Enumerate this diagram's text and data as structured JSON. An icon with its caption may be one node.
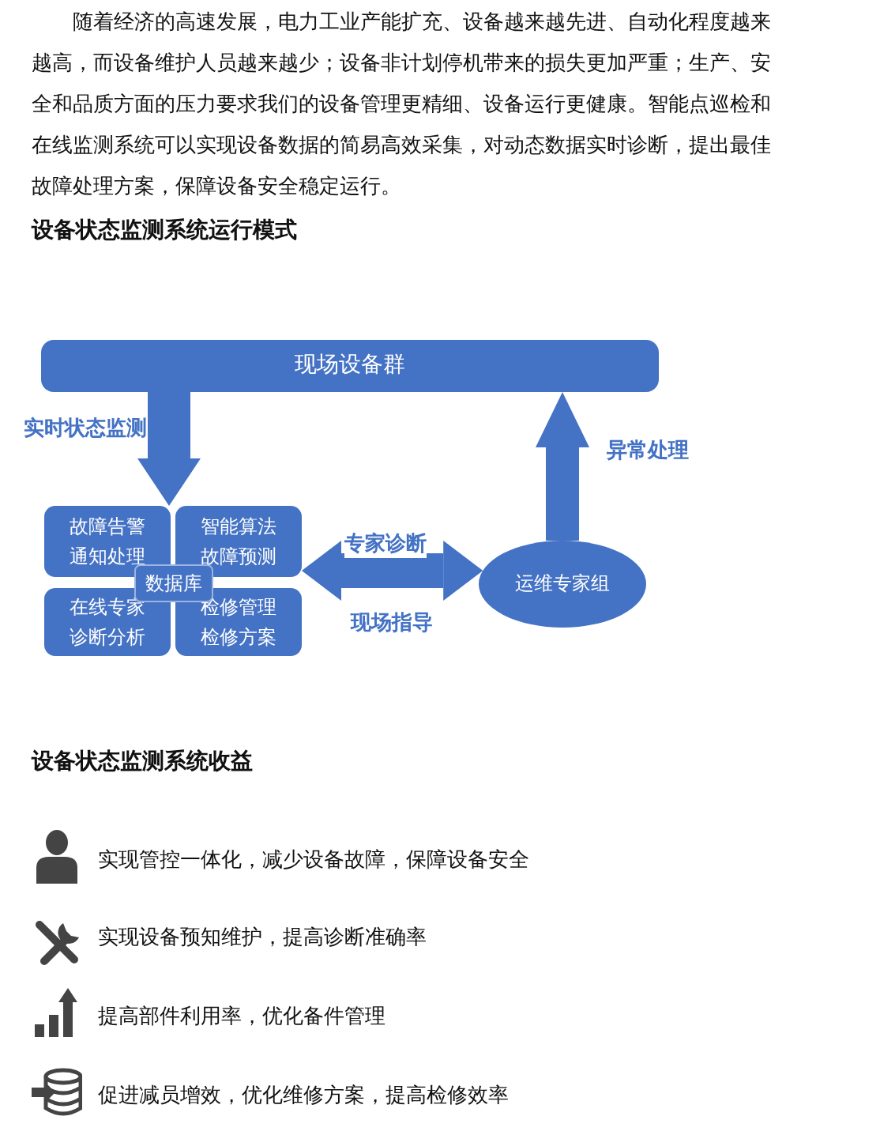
{
  "diagram": {
    "nodes": [
      {
        "text": [
          "现场设备群"
        ]
      },
      {
        "text": [
          "故障告警通知处理"
        ]
      },
      {
        "text": [
          "智能算法故障预测"
        ]
      },
      {
        "text": [
          "数据库"
        ]
      },
      {
        "text": [
          "在线专家诊断分析"
        ]
      },
      {
        "text": [
          "检修管理检修方案"
        ]
      },
      {
        "text": [
          "运维专家组"
        ]
      }
    ],
    "edges": [
      {
        "from": 0,
        "to": 1,
        "arrow": "to",
        "label": "实时状态监测"
      },
      {
        "from": 2,
        "to": 6,
        "arrow": "both",
        "label": "专家诊断"
      },
      {
        "from": 6,
        "to": 0,
        "arrow": "to",
        "label": "异常处理"
      }
    ],
    "labels": [
      "随着经济的高速发展，电力工业产能扩充、设备越来越先进、自动化程度越来越高，而设备维护人员越来越少；设备非计划停机带来的损失更加严重；生产、安全和品质方面的压力要求我们的设备管理更精细、设备运行更健康。智能点巡检和在线监测系统可以实现设备数据的简易高效采集，对动态数据实时诊断，提出最佳故障处理方案，保障设备安全稳定运行。",
      "设备状态监测系统运行模式",
      "现场指导",
      "设备状态监测系统收益",
      "实现管控一体化，减少设备故障，保障设备安全",
      "实现设备预知维护，提高诊断准确率",
      "提高部件利用率，优化备件管理",
      "促进减员增效，优化维修方案，提高检修效率"
    ]
  }
}
